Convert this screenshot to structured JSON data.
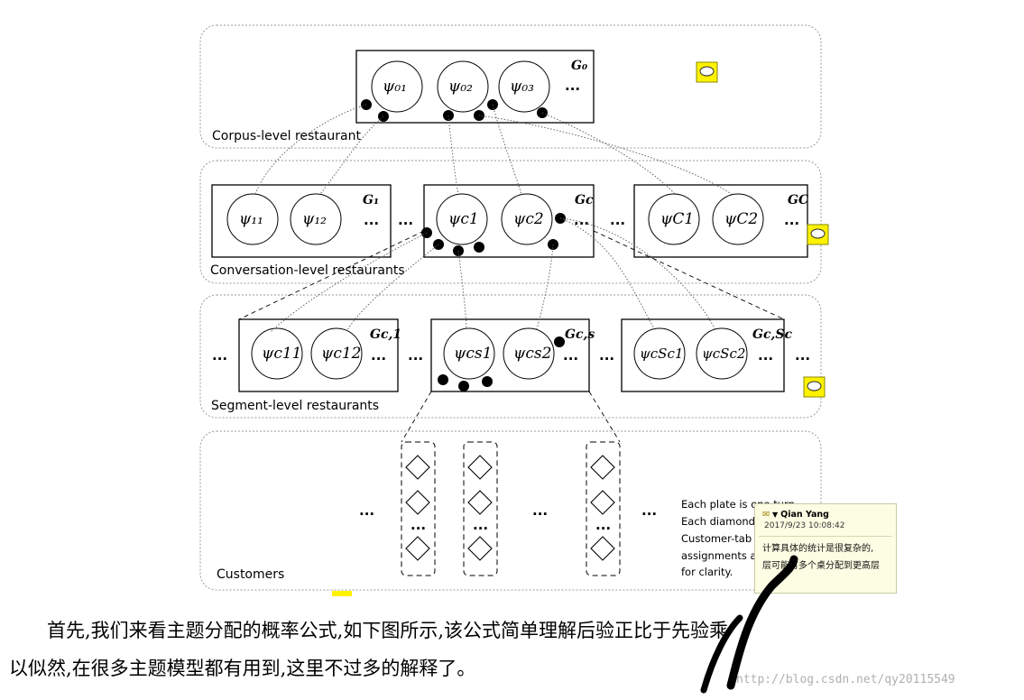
{
  "levels": {
    "corpus": "Corpus-level restaurant",
    "conversation": "Conversation-level restaurants",
    "segment": "Segment-level restaurants",
    "customers": "Customers"
  },
  "g0": {
    "label": "G₀",
    "psi": [
      "ψ₀₁",
      "ψ₀₂",
      "ψ₀₃"
    ],
    "more": "..."
  },
  "conversation": {
    "g1": {
      "label": "G₁",
      "psi": [
        "ψ₁₁",
        "ψ₁₂"
      ]
    },
    "gc": {
      "label": "Gc",
      "psi": [
        "ψc1",
        "ψc2"
      ]
    },
    "gC": {
      "label": "GC",
      "psi": [
        "ψC1",
        "ψC2"
      ]
    },
    "ellipsis": "..."
  },
  "segment": {
    "gc1": {
      "label": "Gc,1",
      "psi": [
        "ψc11",
        "ψc12"
      ]
    },
    "gcs": {
      "label": "Gc,s",
      "psi": [
        "ψcs1",
        "ψcs2"
      ]
    },
    "gcSc": {
      "label": "Gc,Sc",
      "psi": [
        "ψcSc1",
        "ψcSc2"
      ]
    },
    "ellipsis": "..."
  },
  "customers": {
    "ellipsis": "...",
    "note": [
      "Each plate is one turn",
      "Each diamond",
      "Customer-tab",
      "assignments a",
      "for clarity."
    ]
  },
  "comment": {
    "author": "Qian Yang",
    "date": "2017/9/23 10:08:42",
    "lines": [
      "计算具体的统计是很复杂的,",
      "层可能有多个桌分配到更高层"
    ]
  },
  "article": {
    "line1": "首先,我们来看主题分配的概率公式,如下图所示,该公式简单理解后验正比于先验乘",
    "line2": "以似然,在很多主题模型都有用到,这里不过多的解释了。"
  },
  "watermark": "http://blog.csdn.net/qy20115549",
  "colors": {
    "comment_icon": "#fff200",
    "line": "#000000",
    "dashed_group": "#9a9a9a"
  }
}
